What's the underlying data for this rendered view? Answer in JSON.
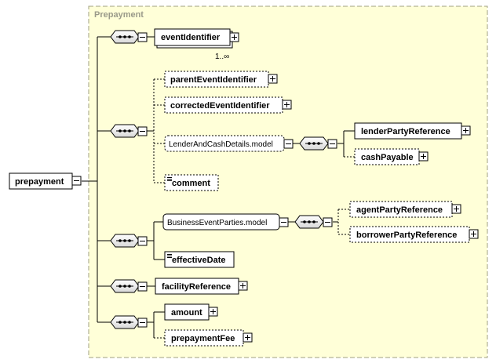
{
  "diagram": {
    "root": {
      "label": "prepayment"
    },
    "group": {
      "title": "Prepayment"
    },
    "nodes": {
      "event_identifier": {
        "label": "eventIdentifier",
        "cardinality": "1..∞"
      },
      "parent_event_identifier": {
        "label": "parentEventIdentifier"
      },
      "corrected_event_identifier": {
        "label": "correctedEventIdentifier"
      },
      "lender_and_cash_details": {
        "label": "LenderAndCashDetails.model"
      },
      "lender_party_reference": {
        "label": "lenderPartyReference"
      },
      "cash_payable": {
        "label": "cashPayable"
      },
      "comment": {
        "label": "comment"
      },
      "business_event_parties": {
        "label": "BusinessEventParties.model"
      },
      "agent_party_reference": {
        "label": "agentPartyReference"
      },
      "borrower_party_reference": {
        "label": "borrowerPartyReference"
      },
      "effective_date": {
        "label": "effectiveDate"
      },
      "facility_reference": {
        "label": "facilityReference"
      },
      "amount": {
        "label": "amount"
      },
      "prepayment_fee": {
        "label": "prepaymentFee"
      }
    },
    "colors": {
      "group_fill": "#ffffd8",
      "group_border": "#a0a080",
      "node_border": "#000000",
      "connector": "#000000"
    }
  }
}
